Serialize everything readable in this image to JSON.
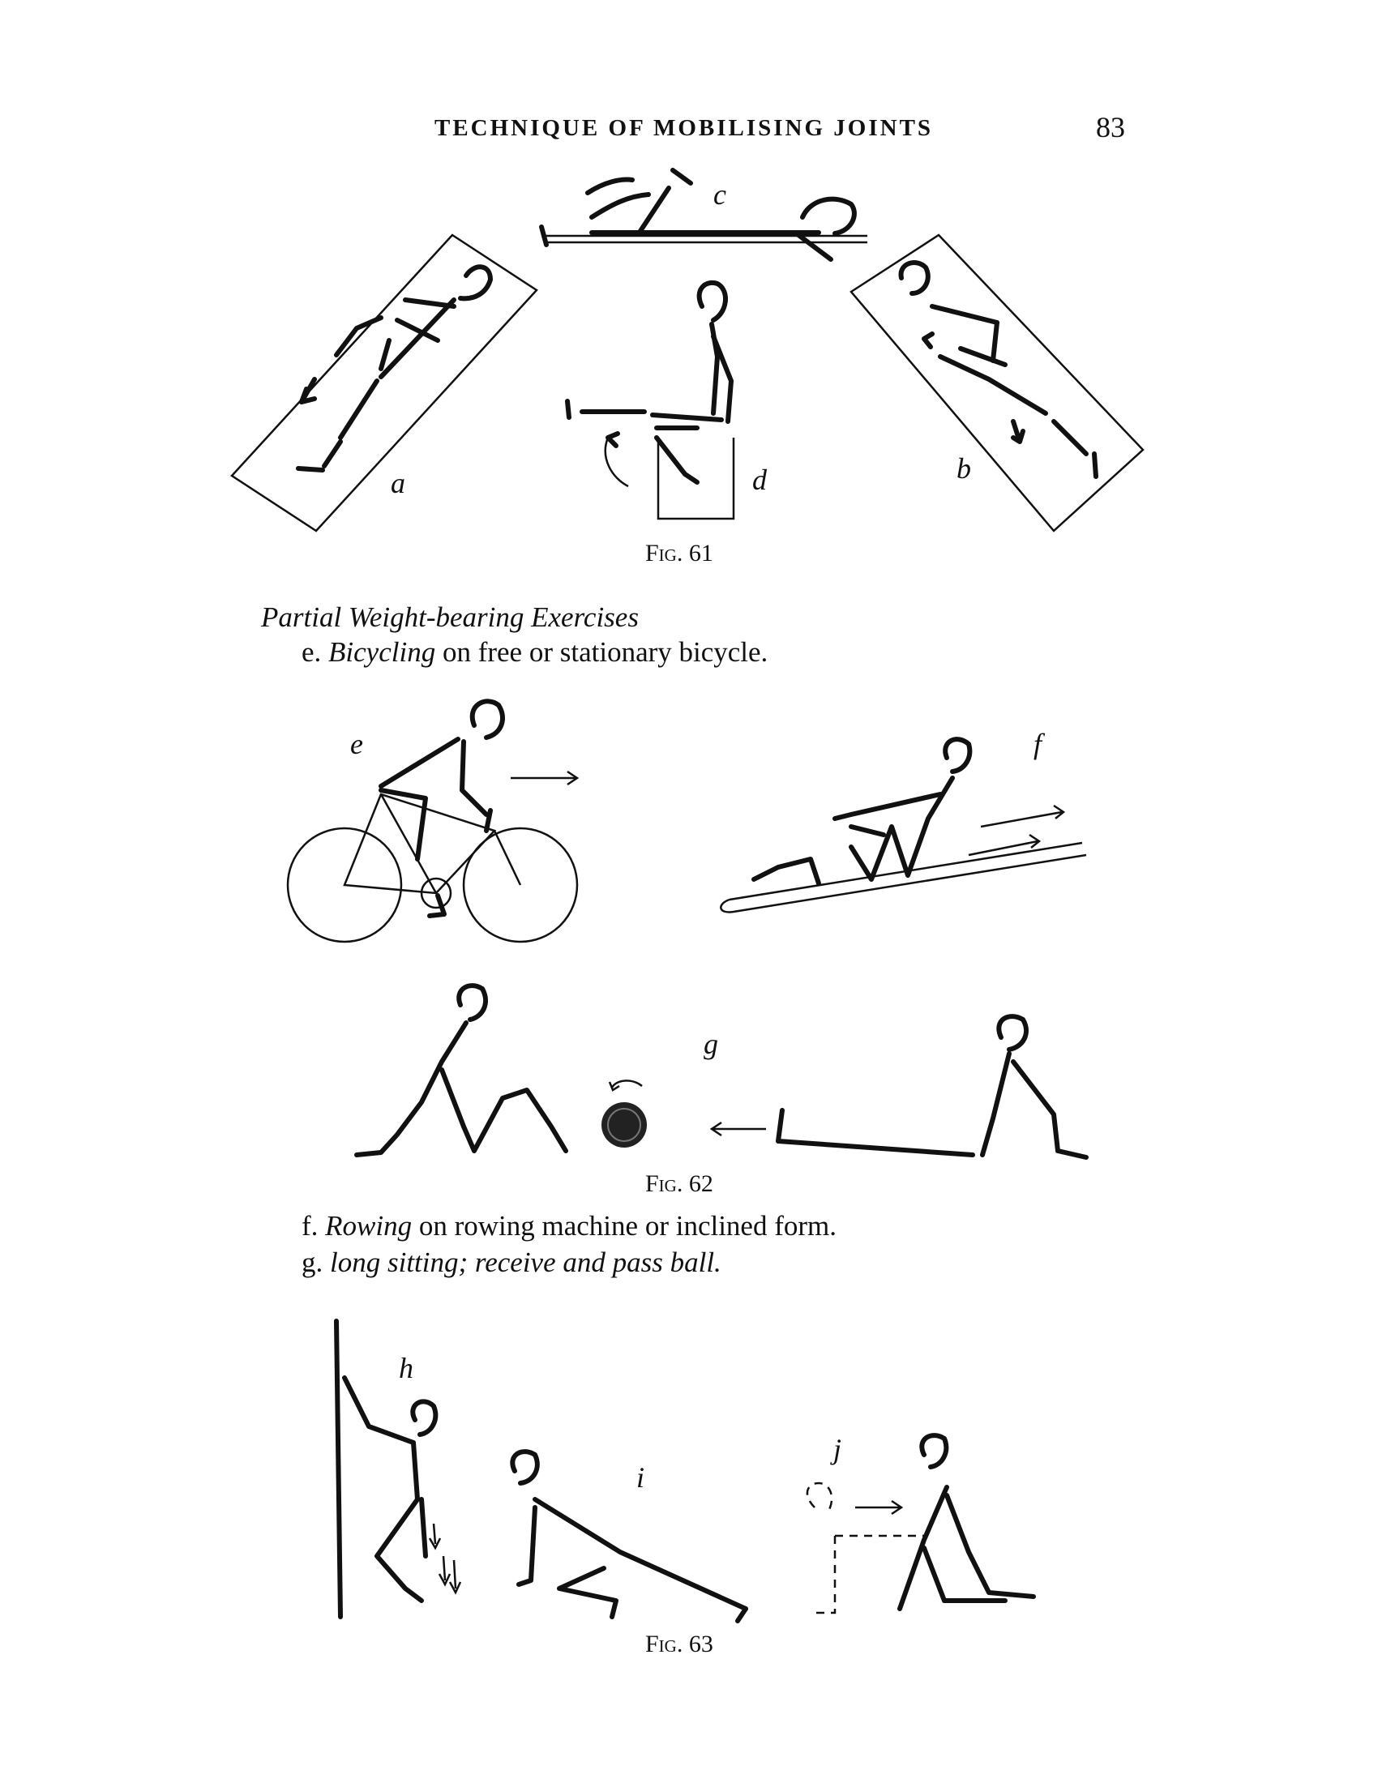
{
  "header": {
    "running_title": "TECHNIQUE OF MOBILISING JOINTS",
    "page_number": "83"
  },
  "figures": {
    "fig61": {
      "caption": "Fig. 61",
      "labels": {
        "a": "a",
        "b": "b",
        "c": "c",
        "d": "d"
      }
    },
    "fig62": {
      "caption": "Fig. 62",
      "labels": {
        "e": "e",
        "f": "f",
        "g": "g"
      }
    },
    "fig63": {
      "caption": "Fig. 63",
      "labels": {
        "h": "h",
        "i": "i",
        "j": "j"
      }
    }
  },
  "text": {
    "section_title": "Partial Weight-bearing Exercises",
    "item_e": {
      "marker": "e.",
      "emph": "Bicycling",
      "rest": " on free or stationary bicycle."
    },
    "item_f": {
      "marker": "f.",
      "emph": "Rowing",
      "rest": " on rowing machine or inclined form."
    },
    "item_g": {
      "marker": "g.",
      "emph": "long sitting; receive and pass ball.",
      "rest": ""
    }
  }
}
